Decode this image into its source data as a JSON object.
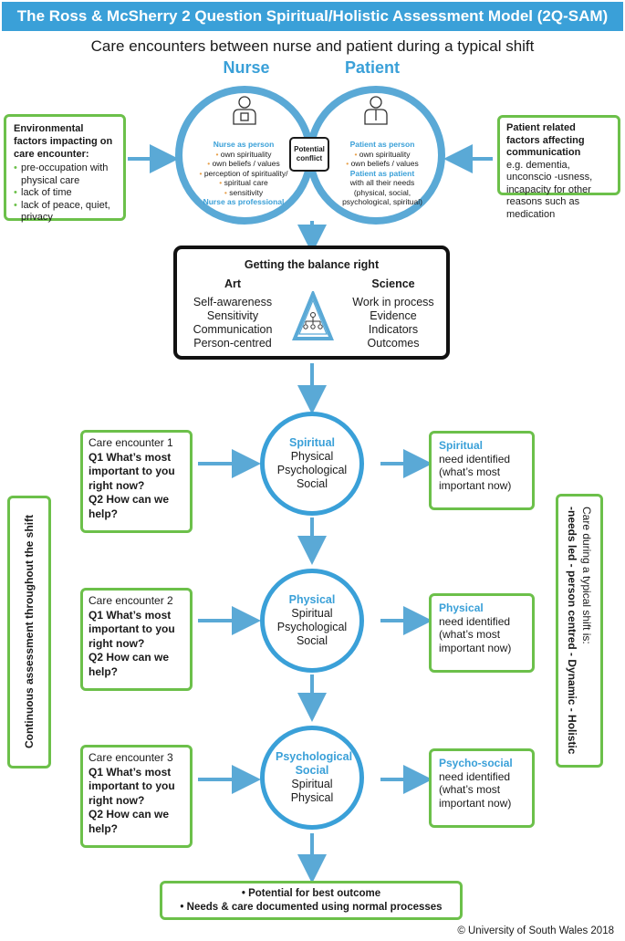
{
  "title": "The Ross & McSherry 2 Question Spiritual/Holistic Assessment Model (2Q-SAM)",
  "subtitle": "Care encounters between nurse and patient during a typical shift",
  "venn": {
    "nurse_label": "Nurse",
    "patient_label": "Patient",
    "nurse_icon": "nurse-person-icon",
    "patient_icon": "patient-person-icon",
    "nurse_as_person": "Nurse as person",
    "nurse_items": [
      "own spirituality",
      "own beliefs / values",
      "perception of spirituality/",
      "spiritual care",
      "sensitivity"
    ],
    "nurse_as_professional": "Nurse as professional",
    "conflict": "Potential conflict",
    "patient_as_person": "Patient as person",
    "patient_items": [
      "own spirituality",
      "own beliefs / values"
    ],
    "patient_as_patient": "Patient as patient",
    "patient_needs": "with all their needs (physical, social, psychological, spiritual)"
  },
  "environmental": {
    "title": "Environmental factors impacting on care encounter:",
    "items": [
      "pre-occupation with physical care",
      "lack of time",
      "lack of peace, quiet, privacy"
    ]
  },
  "patient_factors": {
    "title": "Patient related factors affecting communication",
    "body": "e.g. dementia, unconscio -usness, incapacity for other reasons such as medication"
  },
  "balance": {
    "title": "Getting the balance right",
    "art_head": "Art",
    "art_items": [
      "Self-awareness",
      "Sensitivity",
      "Communication",
      "Person-centred"
    ],
    "science_head": "Science",
    "science_items": [
      "Work in process",
      "Evidence",
      "Indicators",
      "Outcomes"
    ],
    "icon": "hierarchy-triangle-icon"
  },
  "encounters": [
    {
      "label": "Care encounter 1",
      "q1": "Q1 What’s most important to you right now?",
      "q2": "Q2 How can we help?",
      "circle_head": "Spiritual",
      "circle_rest": [
        "Physical",
        "Psychological",
        "Social"
      ],
      "need_head": "Spiritual",
      "need_rest": "need identified (what’s most important now)"
    },
    {
      "label": "Care encounter 2",
      "q1": "Q1 What’s most important to you right now?",
      "q2": "Q2 How can we help?",
      "circle_head": "Physical",
      "circle_rest": [
        "Spiritual",
        "Psychological",
        "Social"
      ],
      "need_head": "Physical",
      "need_rest": "need identified (what’s most important now)"
    },
    {
      "label": "Care encounter 3",
      "q1": "Q1 What’s most important to you right now?",
      "q2": "Q2 How can we help?",
      "circle_head": "Psychological Social",
      "circle_rest": [
        "Spiritual",
        "Physical"
      ],
      "need_head": "Psycho-social",
      "need_rest": "need identified (what’s most important now)"
    }
  ],
  "continuous": "Continuous assessment throughout the shift",
  "care_typical": {
    "line1": "Care during a typical shift is:",
    "line2": "-needs led - person centred - Dynamic - Holistic"
  },
  "outcome": [
    "• Potential for best outcome",
    "• Needs & care documented using normal processes"
  ],
  "copyright": "© University of South Wales 2018",
  "colors": {
    "blue": "#3aa0d8",
    "green": "#6cc04a",
    "arrow": "#5aa9d6"
  }
}
